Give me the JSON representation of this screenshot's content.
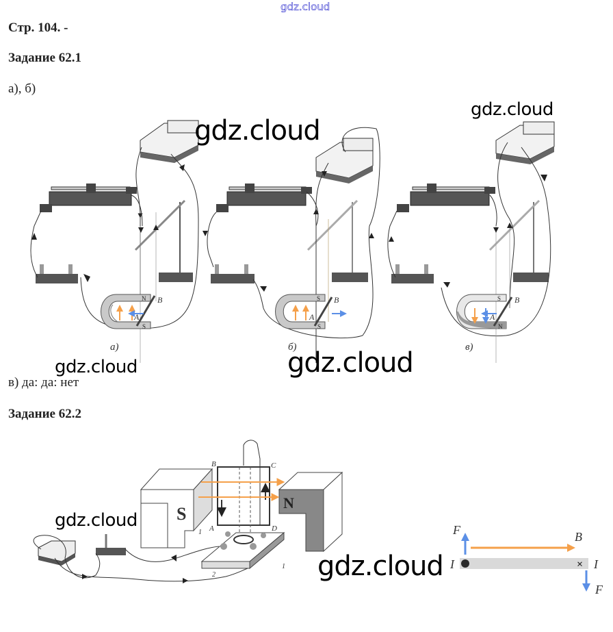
{
  "watermark": {
    "top": "gdz.cloud",
    "overlay": "gdz.cloud"
  },
  "page": {
    "title": "Стр. 104. -"
  },
  "task1": {
    "heading": "Задание 62.1",
    "part_ab": "а), б)",
    "answer_v": "в) да: да: нет",
    "figures": [
      {
        "caption": "а)",
        "pole_top": "N",
        "pole_bottom": "S",
        "label_a": "A",
        "label_b": "B"
      },
      {
        "caption": "б)",
        "pole_top": "S",
        "pole_bottom": "S",
        "label_a": "A",
        "label_b": "B"
      },
      {
        "caption": "в)",
        "pole_top": "S",
        "pole_bottom": "N",
        "label_a": "A",
        "label_b": "B"
      }
    ]
  },
  "task2": {
    "heading": "Задание 62.2",
    "frame_labels": {
      "a": "A",
      "b": "B",
      "c": "C",
      "d": "D",
      "one_left": "1",
      "one_right": "1",
      "two": "2"
    },
    "magnet_south": "S",
    "magnet_north": "N",
    "force_diagram": {
      "f_top": "F",
      "f_bottom": "F",
      "b_label": "B",
      "i_left": "I",
      "i_right": "I",
      "colors": {
        "force": "#5b8fe6",
        "field": "#f5a04a",
        "bar": "#d9d9d9"
      }
    }
  }
}
